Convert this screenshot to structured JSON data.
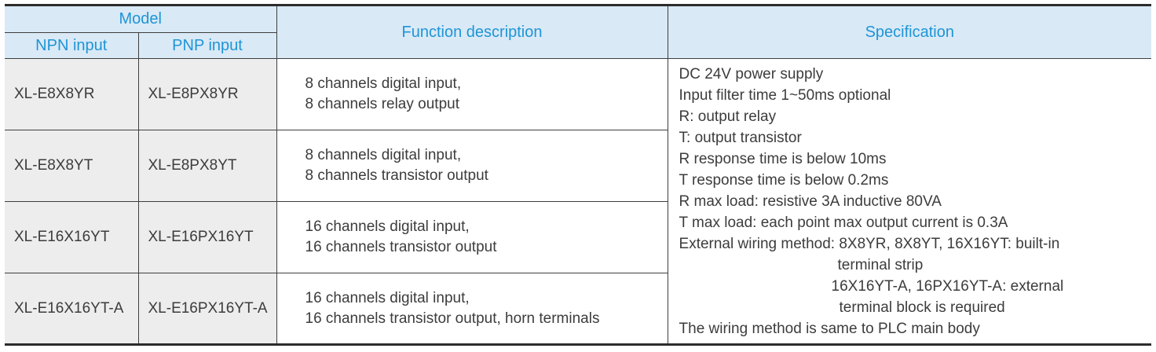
{
  "colors": {
    "header_bg": "#d9e9f6",
    "header_text": "#1e95d6",
    "model_cell_bg": "#ededed",
    "body_text": "#3c3c3c",
    "border": "#3e3e3e",
    "thick_rule": "#2c2c2c"
  },
  "table": {
    "headers": {
      "model": "Model",
      "npn": "NPN input",
      "pnp": "PNP input",
      "function": "Function description",
      "specification": "Specification"
    },
    "rows": [
      {
        "npn": "XL-E8X8YR",
        "pnp": "XL-E8PX8YR",
        "func1": "8 channels digital input,",
        "func2": "8 channels relay output"
      },
      {
        "npn": "XL-E8X8YT",
        "pnp": "XL-E8PX8YT",
        "func1": "8 channels digital input,",
        "func2": "8 channels transistor output"
      },
      {
        "npn": "XL-E16X16YT",
        "pnp": "XL-E16PX16YT",
        "func1": "16 channels digital input,",
        "func2": "16 channels transistor output"
      },
      {
        "npn": "XL-E16X16YT-A",
        "pnp": "XL-E16PX16YT-A",
        "func1": "16 channels digital input,",
        "func2": "16 channels transistor output, horn terminals"
      }
    ],
    "spec_lines": [
      "DC 24V power supply",
      "Input filter time 1~50ms optional",
      "R: output relay",
      "T: output transistor",
      "R response time is below 10ms",
      "T response time is below 0.2ms",
      "R max load: resistive 3A inductive 80VA",
      "T max load: each point max output current is 0.3A",
      "External wiring method: 8X8YR, 8X8YT, 16X16YT: built-in",
      "terminal strip",
      "16X16YT-A, 16PX16YT-A: external",
      "terminal block is required",
      "The wiring method is same to PLC main body"
    ]
  }
}
